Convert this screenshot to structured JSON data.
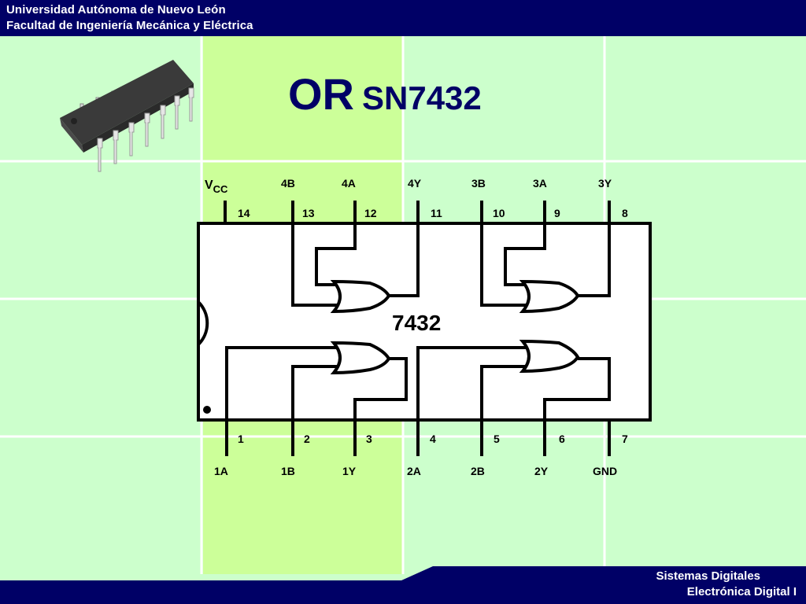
{
  "header": {
    "line1": "Universidad Autónoma de Nuevo León",
    "line2": "Facultad de Ingeniería Mecánica y Eléctrica"
  },
  "title": {
    "part1": "OR",
    "part2": "SN7432"
  },
  "diagram": {
    "chip_label": "7432",
    "top_pins": [
      {
        "number": "14",
        "name": "V",
        "sub": "CC"
      },
      {
        "number": "13",
        "name": "4B"
      },
      {
        "number": "12",
        "name": "4A"
      },
      {
        "number": "11",
        "name": "4Y"
      },
      {
        "number": "10",
        "name": "3B"
      },
      {
        "number": "9",
        "name": "3A"
      },
      {
        "number": "8",
        "name": "3Y"
      }
    ],
    "bottom_pins": [
      {
        "number": "1",
        "name": "1A"
      },
      {
        "number": "2",
        "name": "1B"
      },
      {
        "number": "3",
        "name": "1Y"
      },
      {
        "number": "4",
        "name": "2A"
      },
      {
        "number": "5",
        "name": "2B"
      },
      {
        "number": "6",
        "name": "2Y"
      },
      {
        "number": "7",
        "name": "GND"
      }
    ]
  },
  "footer": {
    "line1": "Sistemas Digitales",
    "line2": "Electrónica Digital I"
  },
  "colors": {
    "header_bg": "#000066",
    "light_green": "#ccffcc",
    "mid_green": "#ccff99",
    "title_color": "#000066"
  }
}
